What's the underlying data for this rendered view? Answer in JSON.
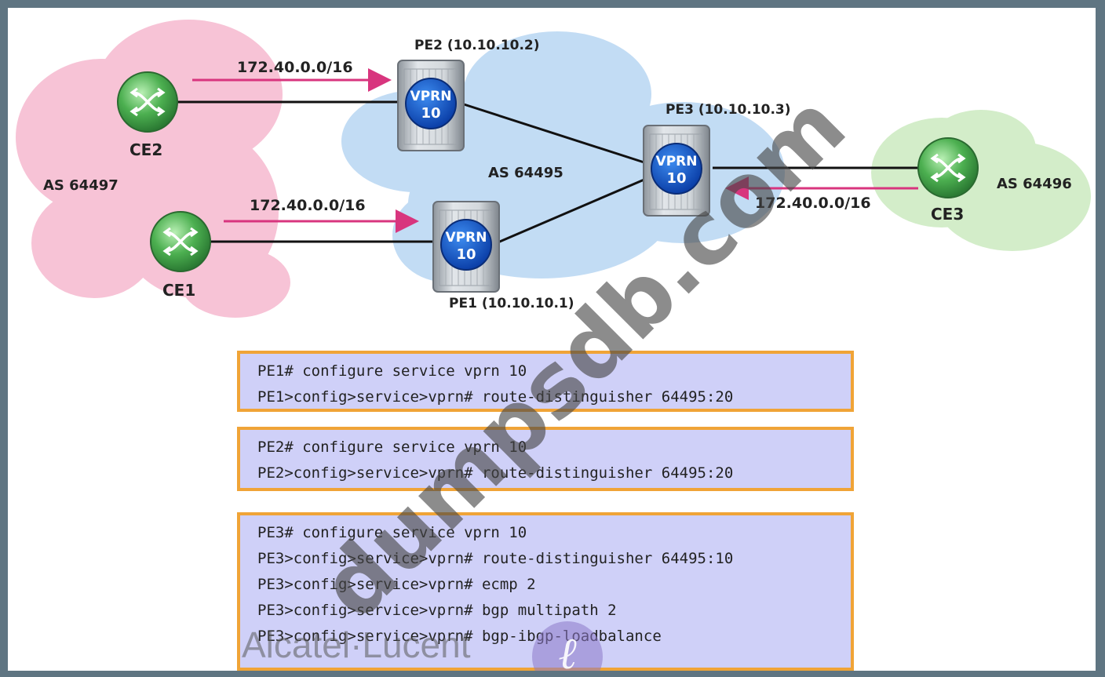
{
  "nodes": {
    "ce2": {
      "label": "CE2"
    },
    "ce1": {
      "label": "CE1"
    },
    "ce3": {
      "label": "CE3"
    },
    "pe1": {
      "label": "PE1 (10.10.10.1)",
      "vprn_top": "VPRN",
      "vprn_bottom": "10"
    },
    "pe2": {
      "label": "PE2 (10.10.10.2)",
      "vprn_top": "VPRN",
      "vprn_bottom": "10"
    },
    "pe3": {
      "label": "PE3 (10.10.10.3)",
      "vprn_top": "VPRN",
      "vprn_bottom": "10"
    }
  },
  "clouds": {
    "left": {
      "label": "AS 64497",
      "color": "#f7c3d6"
    },
    "center": {
      "label": "AS 64495",
      "color": "#c2dcf4"
    },
    "right": {
      "label": "AS 64496",
      "color": "#d3edc9"
    }
  },
  "routes": {
    "ce2_to_pe2": "172.40.0.0/16",
    "ce1_to_pe1": "172.40.0.0/16",
    "ce3_to_pe3": "172.40.0.0/16"
  },
  "colors": {
    "arrow": "#d8357e",
    "router_green": "#3fa34d",
    "vprn_blue": "#1e5fc9",
    "box_border": "#f0a437",
    "box_fill": "#cfd0f8"
  },
  "config": {
    "pe1": [
      "PE1# configure service vprn 10",
      "PE1>config>service>vprn# route-distinguisher 64495:20"
    ],
    "pe2": [
      "PE2# configure service vprn 10",
      "PE2>config>service>vprn# route-distinguisher 64495:20"
    ],
    "pe3": [
      "PE3# configure service vprn 10",
      "PE3>config>service>vprn# route-distinguisher 64495:10",
      "PE3>config>service>vprn# ecmp 2",
      "PE3>config>service>vprn# bgp multipath 2",
      "PE3>config>service>vprn# bgp-ibgp-loadbalance"
    ]
  },
  "branding": {
    "vendor": "Alcatel·Lucent",
    "watermark": "dumpsdb.com"
  }
}
